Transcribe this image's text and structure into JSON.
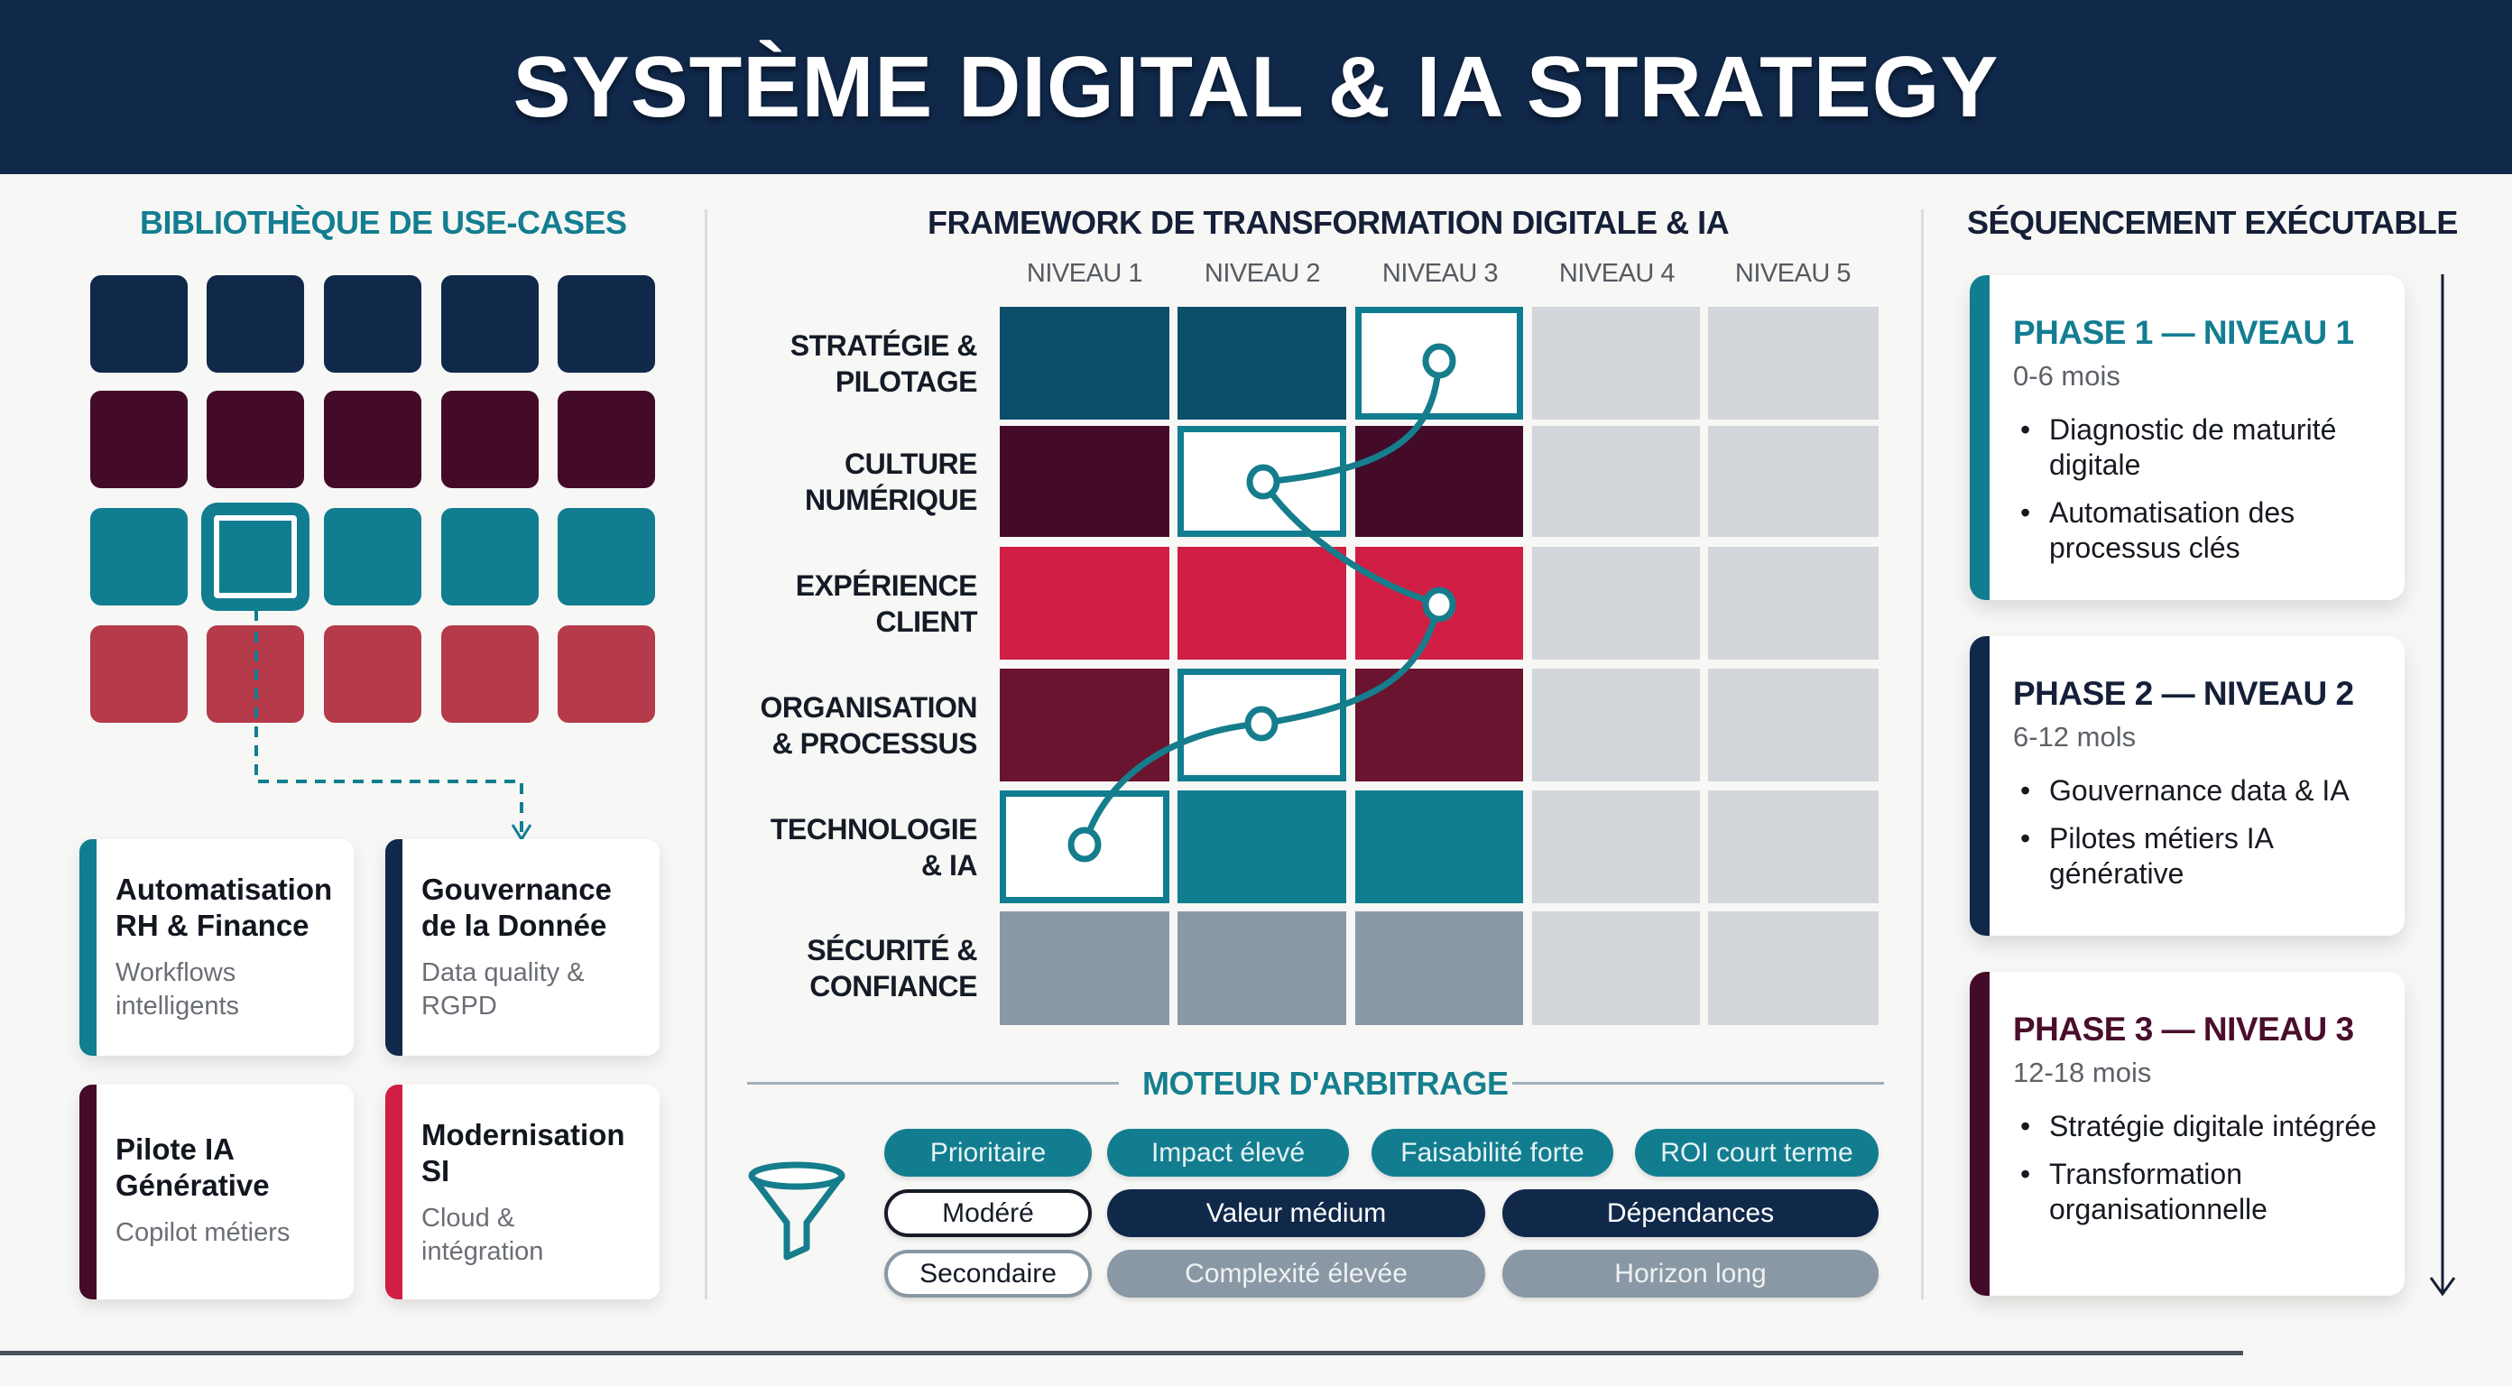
{
  "header": {
    "title": "SYSTÈME DIGITAL & IA STRATEGY"
  },
  "colors": {
    "navy": "#10284a",
    "teal": "#117d90",
    "petrol": "#0c4f6b",
    "maroon": "#430b28",
    "wine": "#6a1430",
    "crimson": "#d01e45",
    "rose": "#b53a4a",
    "slate": "#8a98a5",
    "light_grey": "#d3d6db"
  },
  "library": {
    "title": "BIBLIOTHÈQUE DE USE-CASES",
    "tile_rows": [
      {
        "color": "#10284a",
        "count": 5
      },
      {
        "color": "#430b28",
        "count": 5
      },
      {
        "color": "#117d90",
        "count": 5,
        "selected_index": 1
      },
      {
        "color": "#b53a4a",
        "count": 5
      }
    ],
    "cards": [
      {
        "title": "Automatisation RH & Finance",
        "subtitle": "Workflows intelligents",
        "accent": "#117d90"
      },
      {
        "title": "Gouvernance de la Donnée",
        "subtitle": "Data quality & RGPD",
        "accent": "#10284a"
      },
      {
        "title": "Pilote IA Générative",
        "subtitle": "Copilot métiers",
        "accent": "#430b28"
      },
      {
        "title": "Modernisation SI",
        "subtitle": "Cloud & intégration",
        "accent": "#d01e45"
      }
    ]
  },
  "framework": {
    "title": "FRAMEWORK DE TRANSFORMATION DIGITALE & IA",
    "levels": [
      "NIVEAU 1",
      "NIVEAU 2",
      "NIVEAU 3",
      "NIVEAU 4",
      "NIVEAU 5"
    ],
    "rows": [
      {
        "label_1": "STRATÉGIE &",
        "label_2": "PILOTAGE",
        "color": "#0c4f6b",
        "filled": 3,
        "marked_level": 3
      },
      {
        "label_1": "CULTURE",
        "label_2": "NUMÉRIQUE",
        "color": "#430b28",
        "filled": 3,
        "marked_level": 2
      },
      {
        "label_1": "EXPÉRIENCE",
        "label_2": "CLIENT",
        "color": "#d01e45",
        "filled": 3,
        "marked_level": 3
      },
      {
        "label_1": "ORGANISATION",
        "label_2": "& PROCESSUS",
        "color": "#6a1430",
        "filled": 3,
        "marked_level": 2
      },
      {
        "label_1": "TECHNOLOGIE",
        "label_2": "& IA",
        "color": "#117d90",
        "filled": 3,
        "marked_level": 1
      },
      {
        "label_1": "SÉCURITÉ &",
        "label_2": "CONFIANCE",
        "color": "#8a98a5",
        "filled": 3,
        "marked_level": null
      }
    ]
  },
  "arbitrage": {
    "title": "MOTEUR D'ARBITRAGE",
    "rows": [
      [
        "Prioritaire",
        "Impact élevé",
        "Faisabilité forte",
        "ROI court terme"
      ],
      [
        "Modéré",
        "Valeur médium",
        "Dépendances"
      ],
      [
        "Secondaire",
        "Complexité élevée",
        "Horizon long"
      ]
    ]
  },
  "sequencing": {
    "title": "SÉQUENCEMENT EXÉCUTABLE",
    "phases": [
      {
        "title": "PHASE 1 — NIVEAU 1",
        "duration": "0-6 mois",
        "color": "#117d90",
        "items": [
          "Diagnostic de maturité digitale",
          "Automatisation des processus clés"
        ]
      },
      {
        "title": "PHASE 2 — NIVEAU 2",
        "duration": "6-12 mols",
        "color": "#10284a",
        "items": [
          "Gouvernance data & IA",
          "Pilotes métiers IA générative"
        ]
      },
      {
        "title": "PHASE 3 — NIVEAU 3",
        "duration": "12-18 mois",
        "color": "#430b28",
        "items": [
          "Stratégie digitale intégrée",
          "Transformation organisationnelle"
        ]
      }
    ]
  }
}
